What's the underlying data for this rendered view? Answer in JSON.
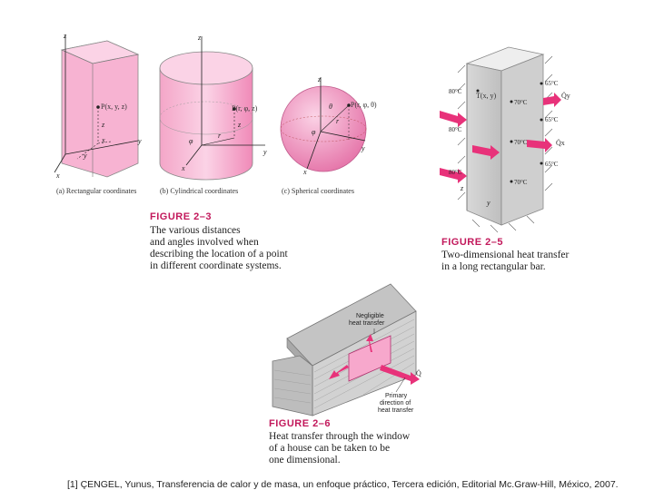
{
  "fig23": {
    "panel_a": "(a) Rectangular coordinates",
    "panel_b": "(b) Cylindrical coordinates",
    "panel_c": "(c) Spherical coordinates",
    "point_a": "P(x, y, z)",
    "point_b": "P(r, φ, z)",
    "point_c": "P(r, φ, θ)",
    "label": "FIGURE 2–3",
    "caption": [
      "The various distances",
      "and angles involved when",
      "describing the location of a point",
      "in different coordinate systems."
    ]
  },
  "fig25": {
    "label": "FIGURE 2–5",
    "caption": [
      "Two-dimensional heat transfer",
      "in a long rectangular bar."
    ],
    "point": "T(x, y)",
    "temps_left": [
      "80°C",
      "80°C",
      "80°C"
    ],
    "temps_right": [
      "65°C",
      "65°C",
      "65°C"
    ],
    "temps_inner": [
      "70°C",
      "70°C",
      "70°C"
    ],
    "qy": "Q̇y",
    "qx": "Q̇x"
  },
  "fig26": {
    "negligible": [
      "Negligible",
      "heat transfer"
    ],
    "primary": [
      "Primary",
      "direction of",
      "heat transfer"
    ],
    "q": "Q̇",
    "label": "FIGURE 2–6",
    "caption": [
      "Heat transfer through the window",
      "of a house can be taken to be",
      "one dimensional."
    ]
  },
  "footnote": "[1] ÇENGEL, Yunus, Transferencia de calor y de masa, un enfoque práctico, Tercera edición, Editorial Mc.Graw-Hill, México, 2007."
}
